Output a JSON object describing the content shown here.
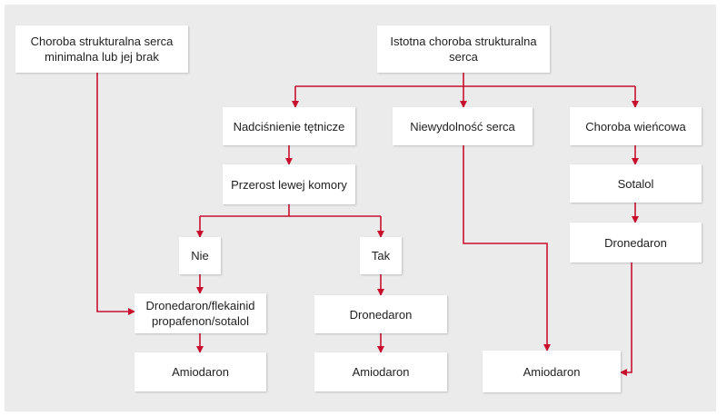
{
  "colors": {
    "arrow": "#c8102e",
    "background": "#ebebec",
    "box": "#ffffff",
    "text": "#1f1f1f"
  },
  "nodes": {
    "minimal_disease": "Choroba strukturalna serca\nminimalna lub jej brak",
    "significant_disease": "Istotna choroba strukturalna\nserca",
    "hypertension": "Nadciśnienie tętnicze",
    "heart_failure": "Niewydolność serca",
    "coronary_disease": "Choroba wieńcowa",
    "lv_hypertrophy": "Przerost lewej komory",
    "sotalol": "Sotalol",
    "no": "Nie",
    "yes": "Tak",
    "dronedarone_cad": "Dronedaron",
    "dronedarone_group": "Dronedaron/flekainid\npropafenon/sotalol",
    "dronedarone_yes": "Dronedaron",
    "amiodarone_left": "Amiodaron",
    "amiodarone_mid": "Amiodaron",
    "amiodarone_right": "Amiodaron"
  }
}
